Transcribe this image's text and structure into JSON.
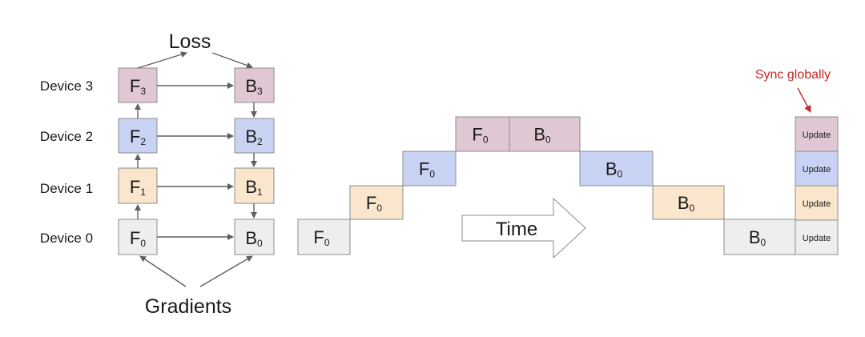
{
  "colors": {
    "purple": "#dfc8d3",
    "blue": "#c8d3f4",
    "orange": "#f9e6cc",
    "gray": "#eeeeee",
    "box_stroke": "#8c8c8c",
    "sync_red": "#c62828"
  },
  "left_diagram": {
    "top_label": "Loss",
    "bottom_label": "Gradients",
    "devices": [
      {
        "label": "Device 3",
        "forward": "F",
        "backward": "B",
        "index": "3",
        "color": "purple"
      },
      {
        "label": "Device 2",
        "forward": "F",
        "backward": "B",
        "index": "2",
        "color": "blue"
      },
      {
        "label": "Device 1",
        "forward": "F",
        "backward": "B",
        "index": "1",
        "color": "orange"
      },
      {
        "label": "Device 0",
        "forward": "F",
        "backward": "B",
        "index": "0",
        "color": "gray"
      }
    ]
  },
  "timeline": {
    "time_label": "Time",
    "sync_label": "Sync globally",
    "blocks": [
      {
        "letter": "F",
        "index": "0",
        "color": "gray"
      },
      {
        "letter": "F",
        "index": "0",
        "color": "orange"
      },
      {
        "letter": "F",
        "index": "0",
        "color": "blue"
      },
      {
        "letter": "F",
        "index": "0",
        "color": "purple"
      },
      {
        "letter": "B",
        "index": "0",
        "color": "purple"
      },
      {
        "letter": "B",
        "index": "0",
        "color": "blue"
      },
      {
        "letter": "B",
        "index": "0",
        "color": "orange"
      },
      {
        "letter": "B",
        "index": "0",
        "color": "gray"
      }
    ],
    "updates": [
      {
        "label": "Update",
        "color": "purple"
      },
      {
        "label": "Update",
        "color": "blue"
      },
      {
        "label": "Update",
        "color": "orange"
      },
      {
        "label": "Update",
        "color": "gray"
      }
    ]
  }
}
